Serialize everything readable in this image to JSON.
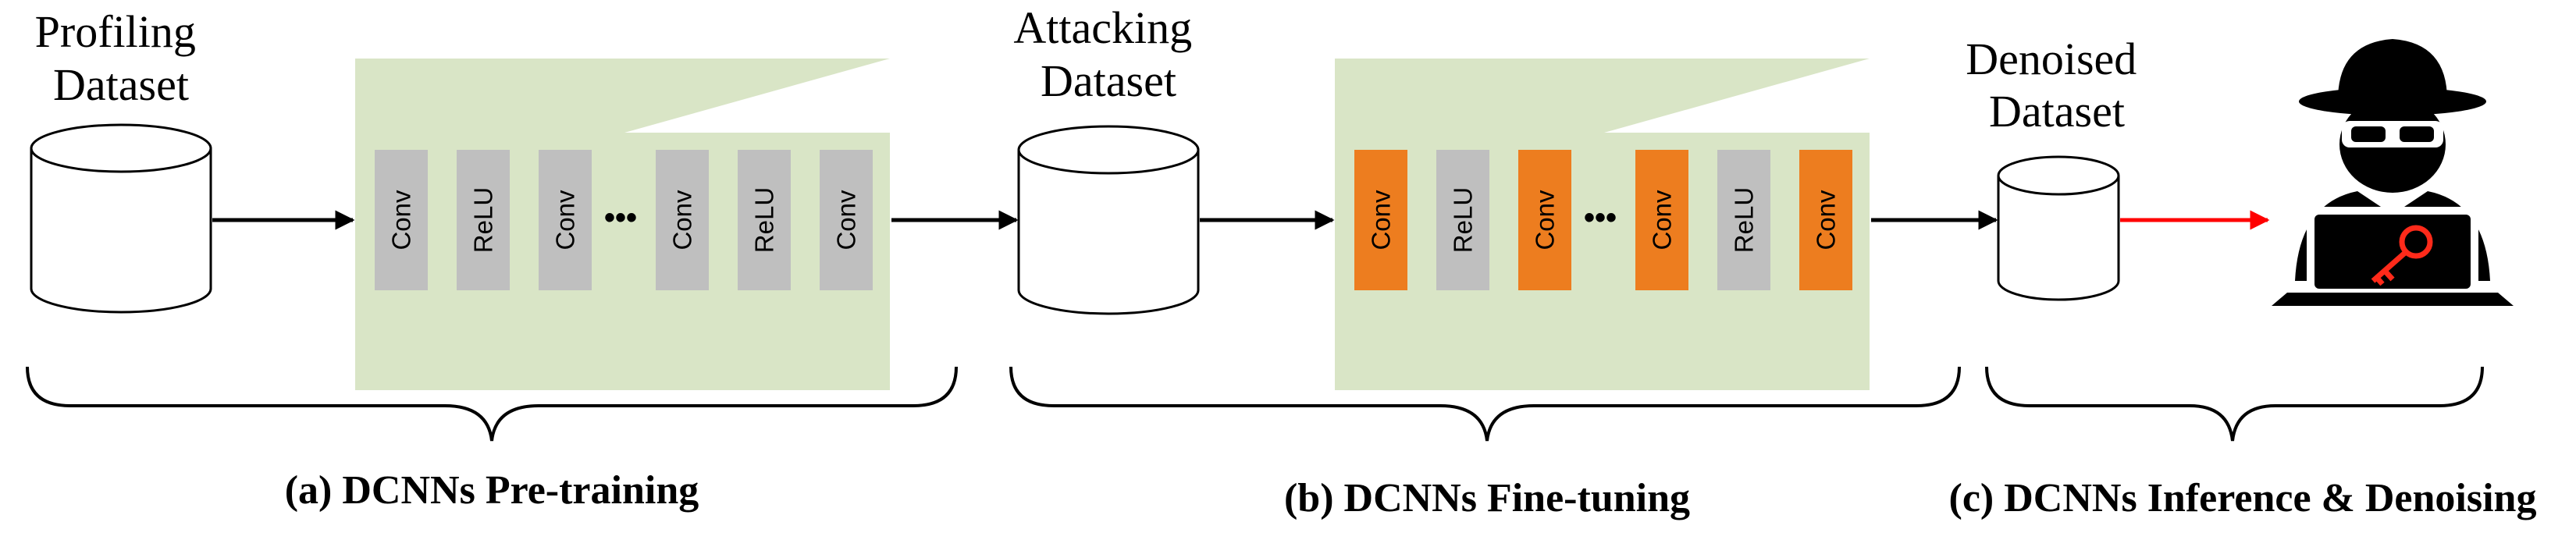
{
  "datasets": {
    "profiling": [
      "Profiling",
      "Dataset"
    ],
    "attacking": [
      "Attacking",
      "Dataset"
    ],
    "denoised": [
      "Denoised",
      "Dataset"
    ]
  },
  "pretrain_layers": [
    "Conv",
    "ReLU",
    "Conv",
    "Conv",
    "ReLU",
    "Conv"
  ],
  "finetune_layers": [
    "Conv",
    "ReLU",
    "Conv",
    "Conv",
    "ReLU",
    "Conv"
  ],
  "ellipsis": "•••",
  "captions": {
    "a": "(a) DCNNs Pre-training",
    "b": "(b) DCNNs Fine-tuning",
    "c": "(c) DCNNs Inference & Denoising"
  },
  "colors": {
    "network_bg": "#d9e5c6",
    "layer_gray": "#bfbfbf",
    "layer_orange": "#ed7d1f",
    "arrow": "#000000",
    "arrow_red": "#ff0000",
    "attacker": "#000000"
  },
  "icons": {
    "attacker": "hacker-with-key-icon"
  }
}
